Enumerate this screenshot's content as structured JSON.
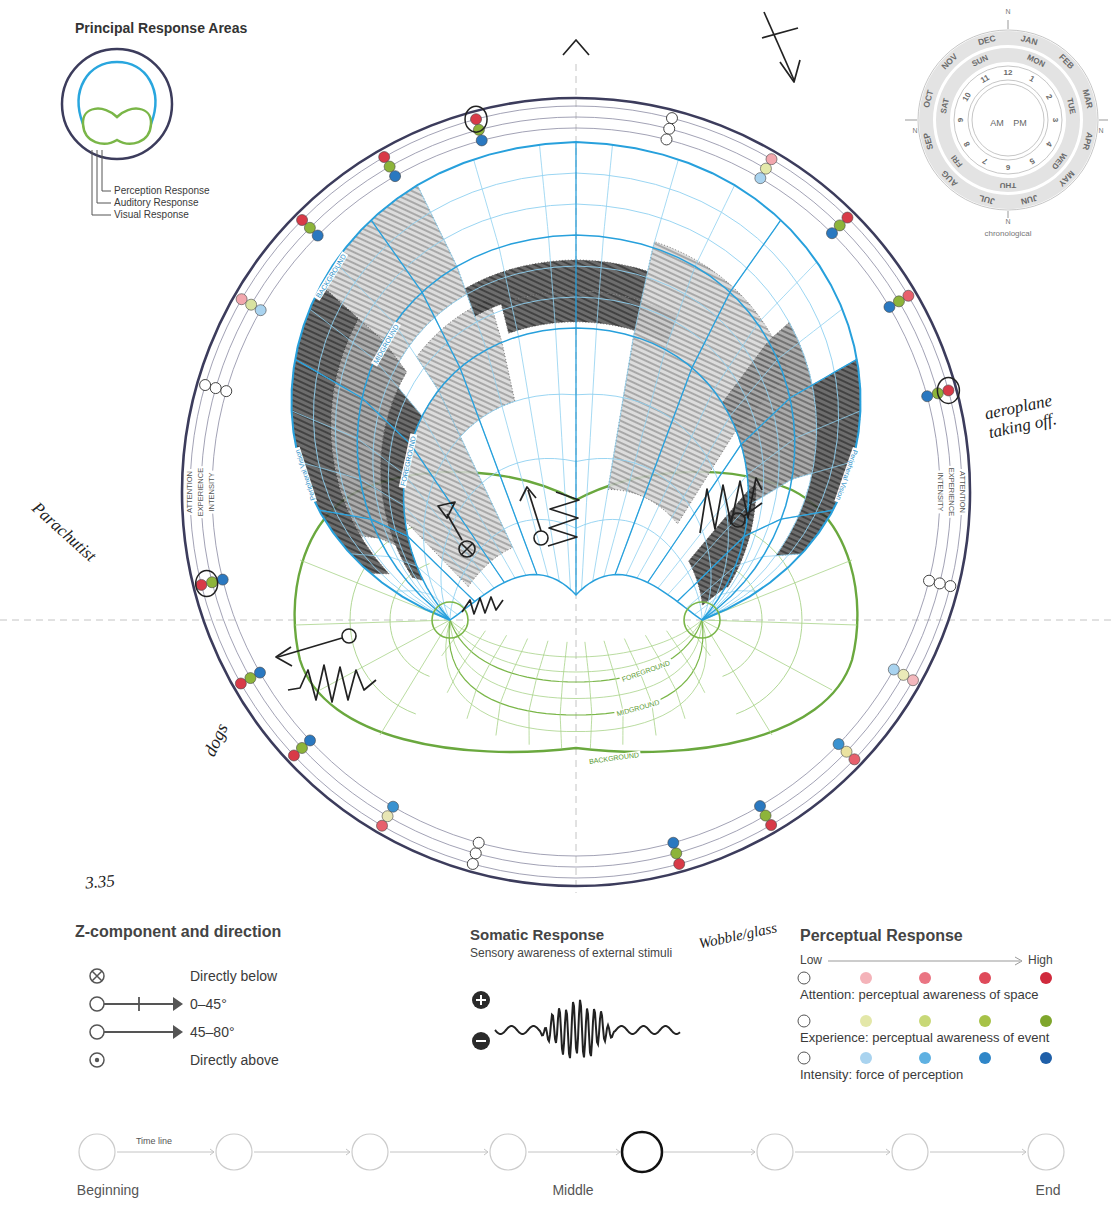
{
  "diagram": {
    "labels": [
      "Principal Response Areas",
      "JAN",
      "FEB",
      "MAR",
      "APR",
      "MAY",
      "JUN",
      "JUL",
      "AUG",
      "SEP",
      "OCT",
      "NOV",
      "DEC",
      "SUN",
      "MON",
      "TUE",
      "WED",
      "THU",
      "FRI",
      "SAT",
      "12",
      "1",
      "2",
      "3",
      "4",
      "5",
      "6",
      "7",
      "8",
      "9",
      "10",
      "11",
      "AM",
      "PM",
      "N",
      "N",
      "N",
      "N",
      "chronological",
      "ATTENTION",
      "EXPERIENCE",
      "INTENSITY",
      "ATTENTION",
      "EXPERIENCE",
      "INTENSITY",
      "BACKGROUND",
      "MIDGROUND",
      "FOREGROUND",
      "Peripheral Vision",
      "Peripheral Vision",
      "FOREGROUND",
      "MIDGROUND",
      "BACKGROUND",
      "aeroplane taking off.",
      "Parachutist",
      "dogs",
      "3.35",
      "Z-component and direction",
      "Somatic Response",
      "Sensory awareness of external stimuli",
      "Wobble/glass",
      "Perceptual Response",
      "Low",
      "High",
      "Time line",
      "Beginning",
      "Middle",
      "End"
    ],
    "legend": [
      {
        "text": "Perception Response"
      },
      {
        "text": "Auditory Response"
      },
      {
        "text": "Visual Response"
      },
      {
        "text": "Directly below"
      },
      {
        "text": "0–45°"
      },
      {
        "text": "45–80°"
      },
      {
        "text": "Directly above"
      },
      {
        "text": "Attention: perceptual awareness of space"
      },
      {
        "text": "Experience: perceptual awareness of event"
      },
      {
        "text": "Intensity: force of perception"
      }
    ]
  }
}
